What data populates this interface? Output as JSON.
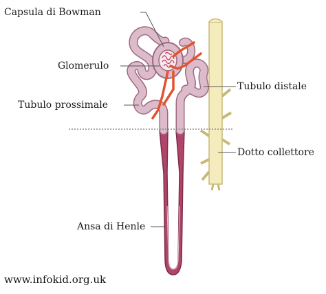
{
  "labels": {
    "bowman": "Capsula di Bowman",
    "glomerulo": "Glomerulo",
    "tubulo_prossimale": "Tubulo prossimale",
    "tubulo_distale": "Tubulo distale",
    "dotto_collettore": "Dotto collettore",
    "ansa_henle": "Ansa di Henle"
  },
  "footer": {
    "source": "www.infokid.org.uk"
  },
  "colors": {
    "tubule_fill": "#dcbccb",
    "tubule_stroke": "#a0687e",
    "loop_fill": "#b1446b",
    "loop_stroke": "#7e2b4a",
    "artery": "#e2532f",
    "duct_fill": "#f5ecbd",
    "duct_stroke": "#c9b878",
    "leader": "#555555"
  }
}
